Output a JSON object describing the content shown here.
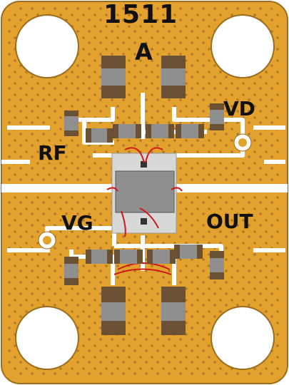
{
  "board": {
    "part_number": "1511",
    "ports": {
      "a": "A",
      "vd": "VD",
      "rf": "RF",
      "vg": "VG",
      "out": "OUT"
    }
  },
  "colors": {
    "board_gold": "#E3A22E",
    "board_outline": "#9A6E1E",
    "trace_white": "#FFFFFF",
    "via_brown": "#A5712D",
    "component_gray": "#8F8F8F",
    "component_dark": "#6A5134",
    "chip_light": "#D8D8D8",
    "bond_wire": "#D01818",
    "label_black": "#111111"
  }
}
